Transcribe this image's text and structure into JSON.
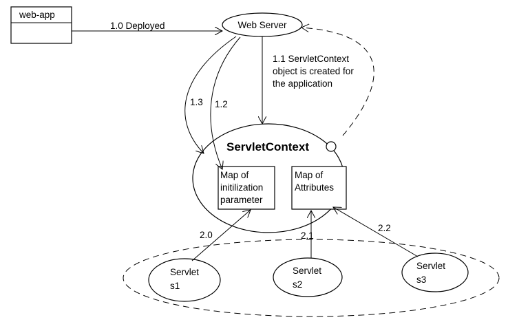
{
  "web_app": {
    "label": "web-app"
  },
  "web_server": {
    "label": "Web Server"
  },
  "servlet_context": {
    "label": "ServletContext"
  },
  "init_map": {
    "lines": [
      "Map of",
      "initilization",
      "parameter"
    ]
  },
  "attr_map": {
    "lines": [
      "Map of",
      "Attributes"
    ]
  },
  "servlets": [
    {
      "lines": [
        "Servlet",
        "s1"
      ]
    },
    {
      "lines": [
        "Servlet",
        "s2"
      ]
    },
    {
      "lines": [
        "Servlet",
        "s3"
      ]
    }
  ],
  "edges": {
    "deployed": "1.0 Deployed",
    "created": [
      "1.1 ServletContext",
      "object is created for",
      "the application"
    ],
    "e13": "1.3",
    "e12": "1.2",
    "e20": "2.0",
    "e21": "2.1",
    "e22": "2.2"
  }
}
